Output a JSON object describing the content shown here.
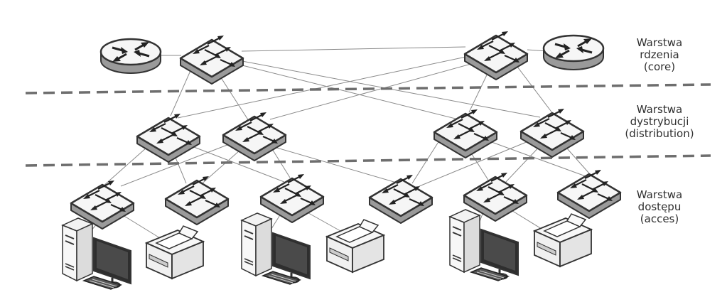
{
  "layers": [
    {
      "id": "core",
      "line1": "Warstwa",
      "line2": "rdzenia",
      "line3": "(core)"
    },
    {
      "id": "distribution",
      "line1": "Warstwa",
      "line2": "dystrybucji",
      "line3": "(distribution)"
    },
    {
      "id": "access",
      "line1": "Warstwa",
      "line2": "dostępu",
      "line3": "(acces)"
    }
  ],
  "nodes": {
    "core": [
      "router",
      "switch",
      "switch",
      "router"
    ],
    "distribution": [
      "switch",
      "switch",
      "switch",
      "switch"
    ],
    "access": [
      "switch",
      "switch",
      "switch",
      "switch",
      "switch",
      "switch"
    ],
    "endpoints": [
      "computer",
      "printer",
      "computer",
      "printer",
      "computer",
      "printer"
    ]
  },
  "colors": {
    "line": "#8a8a8a",
    "separator": "#777777",
    "device_fill": "#f4f4f4",
    "device_stroke": "#333333"
  }
}
